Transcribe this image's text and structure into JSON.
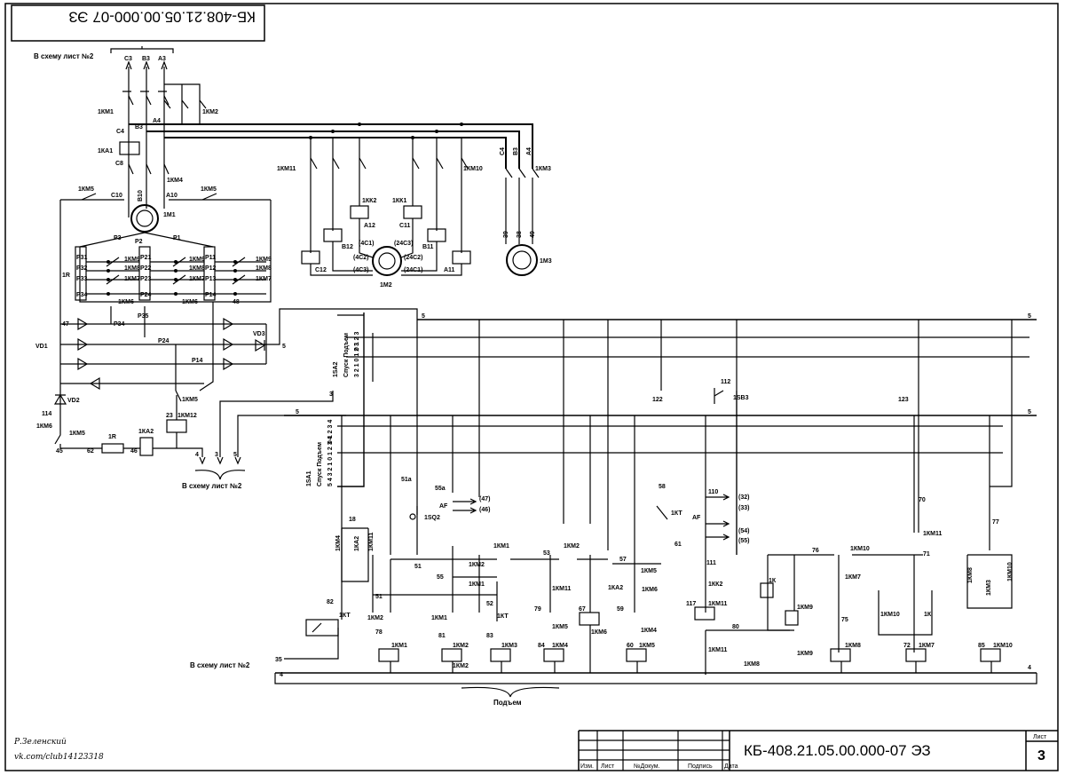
{
  "sheet": {
    "code_rotated": "КБ-408.21.05.00.000-07 ЭЗ",
    "code_stamp": "КБ-408.21.05.00.000-07 ЭЗ",
    "sheet_label": "Лист",
    "sheet_number": "3",
    "stamp_columns": [
      "Изм.",
      "Лист",
      "№Докум.",
      "Подпись",
      "Дата"
    ]
  },
  "author": {
    "line1": "Р.Зеленский",
    "line2": "vk.com/club14123318"
  },
  "notes": {
    "to_sheet2_top": "В схему лист №2",
    "to_sheet2_mid": "В схему лист №2",
    "to_sheet2_bottom": "В схему лист №2",
    "podem_bottom": "Подъем"
  },
  "phases": {
    "top": [
      "С3",
      "В3",
      "А3"
    ],
    "mid": [
      "С4",
      "В3",
      "А4"
    ],
    "mid_left": [
      "С4",
      "В3",
      "А4"
    ],
    "m1_terminals": [
      "С10",
      "В10",
      "А10"
    ],
    "m3_terminals": [
      "39",
      "38",
      "49"
    ]
  },
  "motors": {
    "m1": "1М1",
    "m2": "1М2",
    "m3": "1М3"
  },
  "labels": {
    "km1_top": "1КМ1",
    "km2_top": "1КМ2",
    "km4_top": "1КМ4",
    "ka1": "1КА1",
    "c8": "С8",
    "km5_left": "1КМ5",
    "km5_right": "1КМ5",
    "km11_top": "1КМ11",
    "km10_top": "1КМ10",
    "km3_top": "1КМ3",
    "kk2": "1КК2",
    "kk1": "1КК1",
    "a12": "А12",
    "c11": "С11",
    "b12": "В12",
    "b11": "В11",
    "c12": "С12",
    "a11": "А11",
    "c4c1_l": "(4С1)",
    "c24c3": "(24С3)",
    "c4c2": "(4С2)",
    "c24c2": "(24С2)",
    "c4c3": "(4С3)",
    "c24c1": "(24С1)",
    "r1": "1R",
    "p1": "Р1",
    "p2": "Р2",
    "p3": "Р3",
    "p31": "Р31",
    "p32": "Р32",
    "p33": "Р33",
    "p34": "Р34",
    "p21": "Р21",
    "p22": "Р22",
    "p23": "Р23",
    "p24": "Р24",
    "p11": "Р11",
    "p12": "Р12",
    "p13": "Р13",
    "p14": "Р14",
    "p35": "Р35",
    "km6": "1КМ6",
    "km7": "1КМ7",
    "km8": "1КМ8",
    "km9": "1КМ9",
    "n47": "47",
    "n48": "48",
    "n5": "5",
    "vd1": "VD1",
    "vd2": "VD2",
    "vd3": "VD3",
    "p34b": "Р34",
    "p24b": "Р24",
    "p14b": "Р14",
    "n114": "114",
    "km6_l": "1КМ6",
    "km5_bot": "1КМ5",
    "r_bot": "1R",
    "ka2": "1КА2",
    "km12": "1КМ12",
    "km5_b2": "1КМ5",
    "n23": "23",
    "n3": "3",
    "n45": "45",
    "n62": "62",
    "n46": "46",
    "n4": "4",
    "n3b": "3",
    "n5b": "5",
    "sa2": "1SA2",
    "sa2_mode": "Спуск Подъем",
    "sa2_top": "0 1 2 3",
    "sa2_bot": "3 2 1 0 1 2 3",
    "sa1": "1SA1",
    "sa1_mode": "Спуск Подъем",
    "sa1_top": "0 1 2 3 4",
    "sa1_bot": "5 4 3 2 1 0 1 2 3 4",
    "n5_bus1": "5",
    "n5_bus2": "5",
    "n5_bus3": "5",
    "n5_bus4": "5",
    "n122": "122",
    "n112": "112",
    "sb3": "1SB3",
    "n123": "123",
    "n51a": "51а",
    "n55a": "55а",
    "af1": "AF",
    "c47": "(47)",
    "c46": "(46)",
    "sq2": "1SQ2",
    "n58": "58",
    "kt": "1КТ",
    "n61": "61",
    "n110": "110",
    "af2": "AF",
    "c32": "(32)",
    "c33": "(33)",
    "c54": "(54)",
    "c55": "(55)",
    "n111": "111",
    "n70": "70",
    "n77": "77",
    "km11_b": "1КМ11",
    "n71": "71",
    "n76": "76",
    "km10_b": "1КМ10",
    "km8_b": "1КМ8",
    "km10_c": "1КМ10",
    "km3_b": "1КМ3",
    "km4_b": "1КМ4",
    "ka2_b": "1КА2",
    "km11_c": "1КМ11",
    "n18": "18",
    "km1_b": "1КМ1",
    "n53": "53",
    "km2_b": "1КМ2",
    "n51": "51",
    "n57": "57",
    "km5_c": "1КМ5",
    "km2_c": "1КМ2",
    "n55": "55",
    "km1_c": "1КМ1",
    "n52": "52",
    "kt_c": "1КТ",
    "km11_d": "1КМ11",
    "ka2_c": "1КА2",
    "km6_c": "1КМ6",
    "kk2_b": "1КК2",
    "km7_b": "1КМ7",
    "k1": "1К",
    "km9_b": "1КМ9",
    "n82": "82",
    "kt_coil": "1КТ",
    "n51b": "51",
    "km2_d": "1КМ2",
    "km1_d": "1КМ1",
    "n79": "79",
    "km5_d": "1КМ5",
    "n67": "67",
    "n59": "59",
    "km4_d": "1КМ4",
    "n117": "117",
    "km11_e": "1КМ11",
    "n75": "75",
    "km10_d": "1КМ10",
    "k1b": "1К",
    "n78": "78",
    "n81": "81",
    "n83": "83",
    "n84": "84",
    "n60": "60",
    "n80": "80",
    "n72": "72",
    "n85": "85",
    "coil_km1": "1КМ1",
    "coil_km2": "1КМ2",
    "coil_km3": "1КМ3",
    "coil_km4": "1КМ4",
    "coil_km6": "1КМ6",
    "coil_km5": "1КМ5",
    "km11_f": "1КМ11",
    "coil_km8": "1КМ8",
    "km9_c": "1КМ9",
    "coil_km7": "1КМ7",
    "coil_km10": "1КМ10",
    "km2_e": "1КМ2",
    "km8_c": "1КМ8",
    "n35": "35",
    "n4b": "4",
    "n4c": "4"
  }
}
